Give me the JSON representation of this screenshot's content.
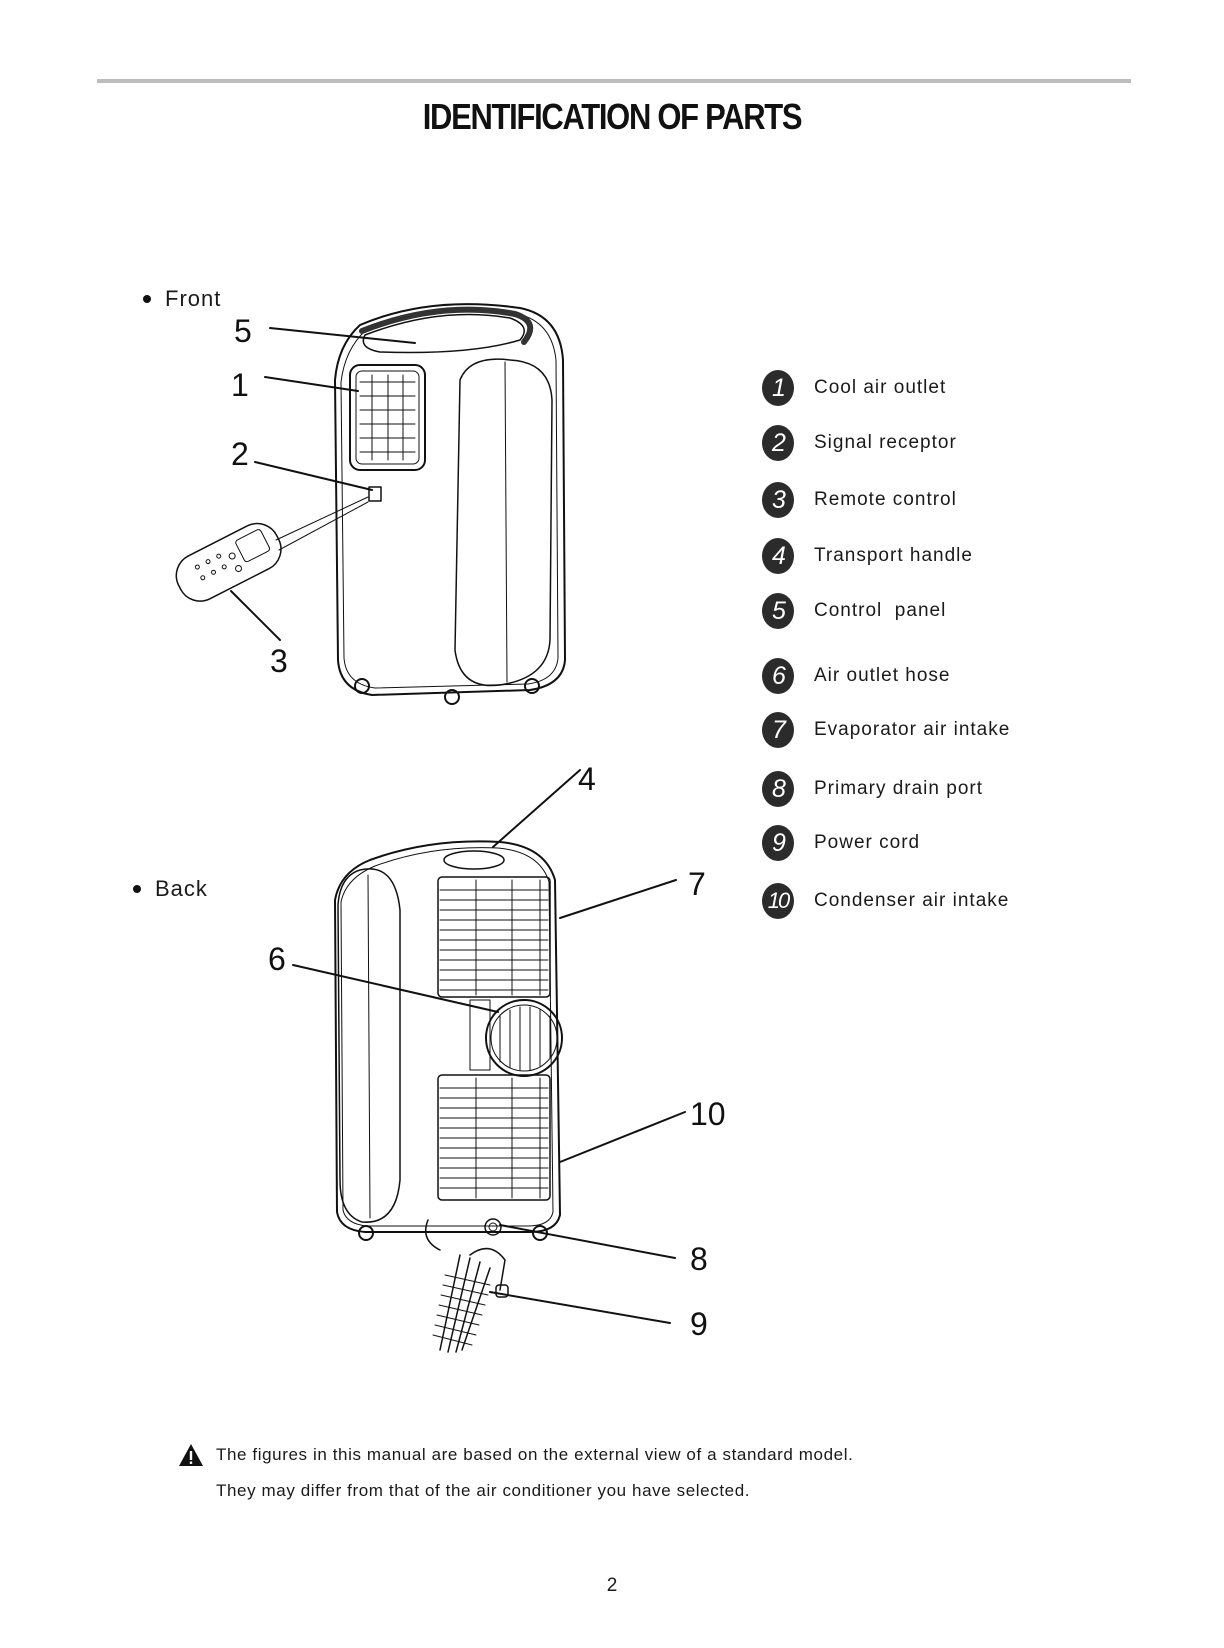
{
  "page_title": "IDENTIFICATION OF PARTS",
  "views": {
    "front_label": "Front",
    "back_label": "Back"
  },
  "callouts": {
    "front": [
      "5",
      "1",
      "2",
      "3"
    ],
    "back": [
      "4",
      "7",
      "6",
      "10",
      "8",
      "9"
    ]
  },
  "parts": [
    {
      "number": "1",
      "label": "Cool air outlet"
    },
    {
      "number": "2",
      "label": "Signal receptor"
    },
    {
      "number": "3",
      "label": "Remote control"
    },
    {
      "number": "4",
      "label": "Transport handle"
    },
    {
      "number": "5",
      "label": "Control  panel"
    },
    {
      "number": "6",
      "label": "Air outlet hose"
    },
    {
      "number": "7",
      "label": "Evaporator air intake"
    },
    {
      "number": "8",
      "label": "Primary drain port"
    },
    {
      "number": "9",
      "label": "Power cord"
    },
    {
      "number": "10",
      "label": "Condenser air intake"
    }
  ],
  "note": {
    "icon": "warning-triangle-icon",
    "line1": "The figures in this manual are based on the external view of a standard model.",
    "line2": "They may differ from that of the air conditioner you have selected."
  },
  "page_number": "2"
}
